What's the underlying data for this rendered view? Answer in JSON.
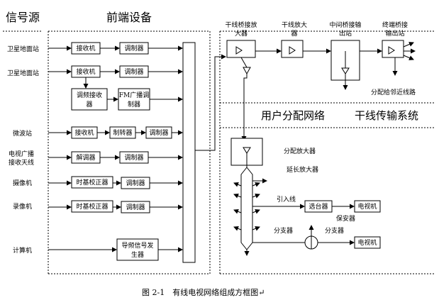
{
  "headers": {
    "signal_source": "信号源",
    "front_end": "前端设备",
    "user_network": "用户分配网络",
    "trunk_system": "干线传输系统"
  },
  "sources": {
    "sat1": "卫星地面站",
    "sat2": "卫星地面站",
    "microwave": "微波站",
    "tv_antenna_1": "电视广播",
    "tv_antenna_2": "接收天线",
    "camera": "摄像机",
    "vcr": "录像机",
    "computer": "计算机"
  },
  "front_end": {
    "receiver": "接收机",
    "modulator": "调制器",
    "fm_tuner_1": "调频接收",
    "fm_tuner_2": "器",
    "fm_mod_1": "FM广播调",
    "fm_mod_2": "制器",
    "converter": "制转器",
    "demodulator": "解调器",
    "tbc": "时基校正器",
    "guide_gen_1": "导频信号发",
    "guide_gen_2": "生器"
  },
  "trunk": {
    "bridge_amp_1": "干线桥接放",
    "bridge_amp_2": "大器",
    "trunk_amp_1": "干线放大",
    "trunk_amp_2": "器",
    "mid_bridge_1": "中间桥接输",
    "mid_bridge_2": "出站",
    "end_bridge_1": "终端桥接",
    "end_bridge_2": "输出站",
    "nearby_line": "分配给邻近线路"
  },
  "distribution": {
    "dist_amp": "分配放大器",
    "ext_amp": "延长放大器",
    "drop_line": "引入线",
    "selector": "选台器",
    "tv": "电视机",
    "protector": "保安器",
    "splitter_1": "分支器",
    "splitter_2": "分支器"
  },
  "caption": "图 2-1　有线电视网络组成方框图↵"
}
